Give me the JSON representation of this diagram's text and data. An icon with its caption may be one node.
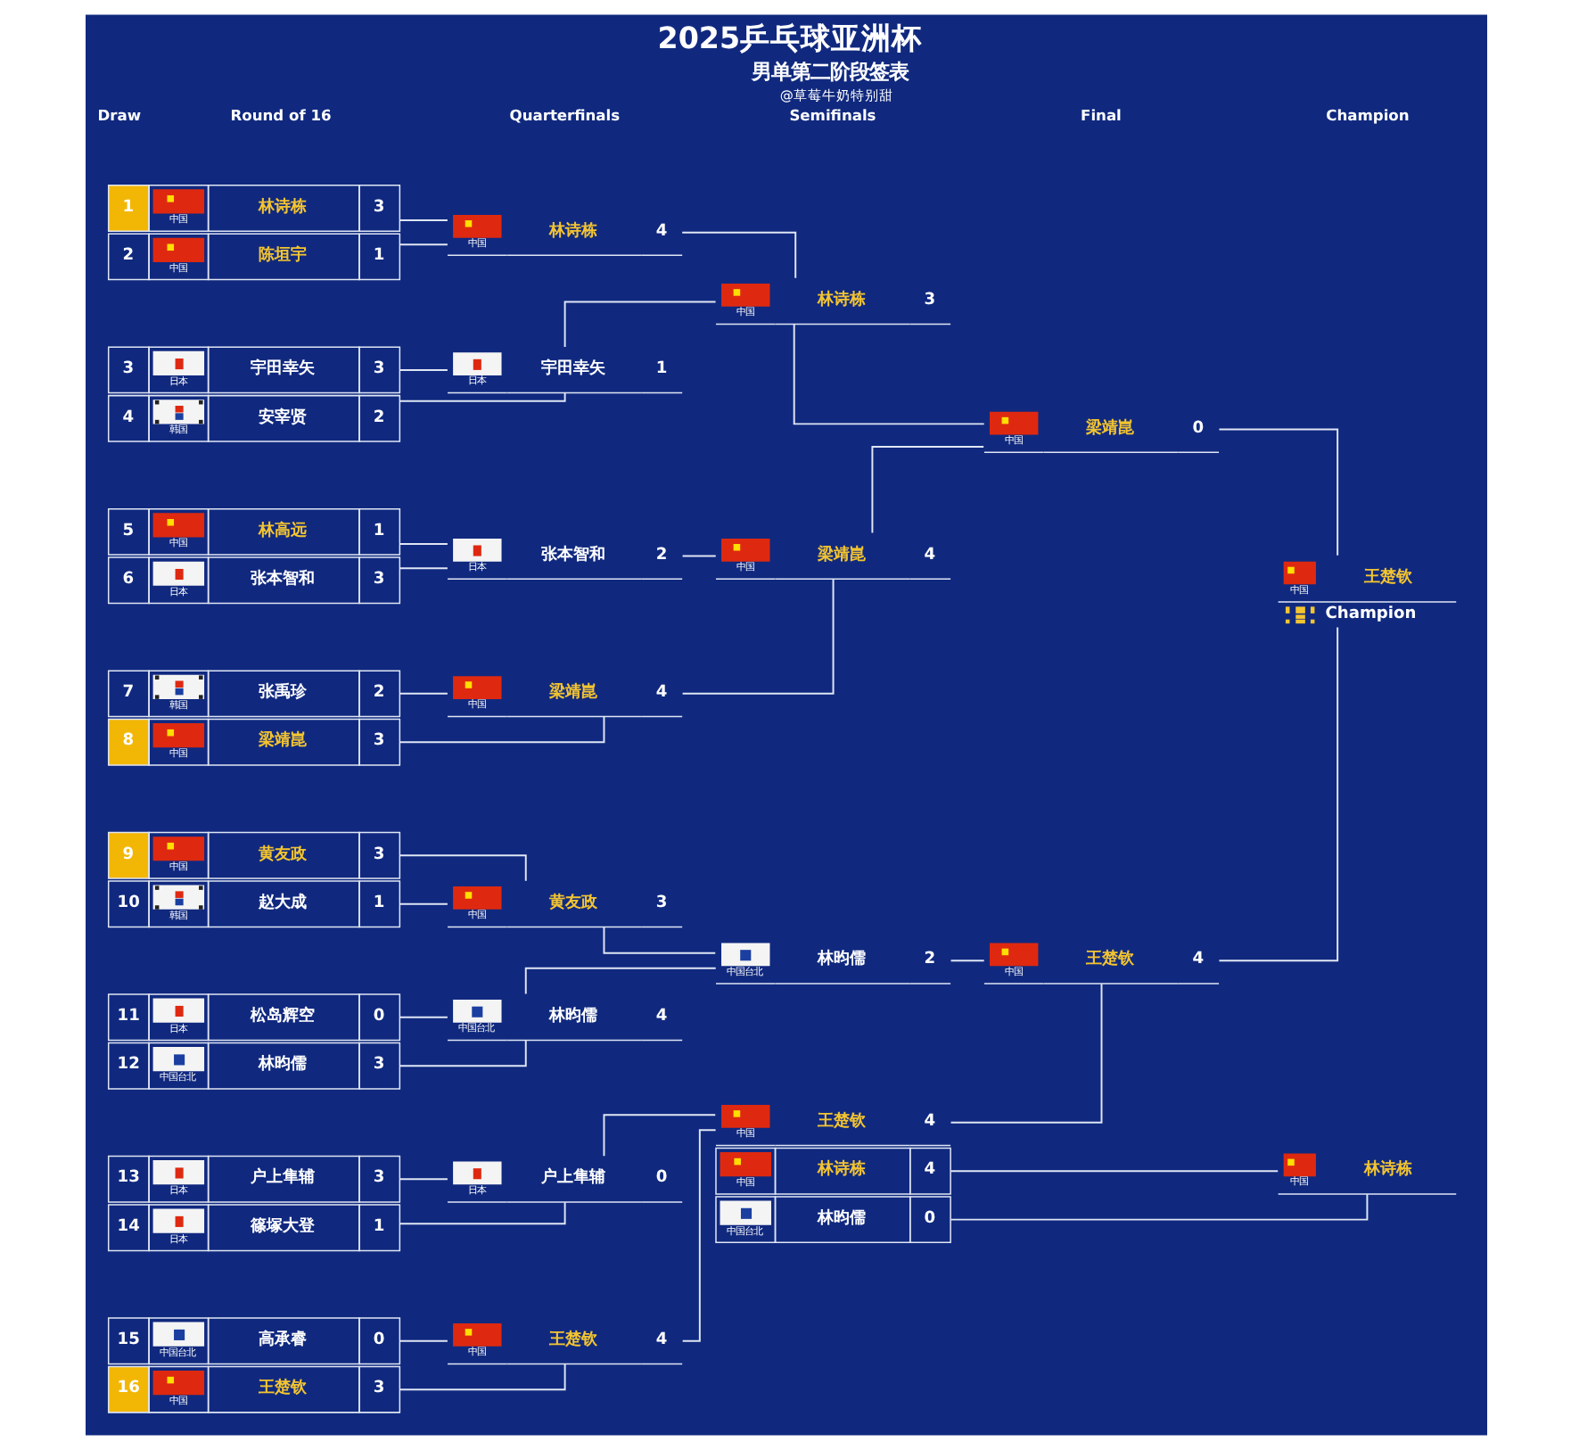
{
  "diagram": {
    "title": "2025乒乓球亚洲杯",
    "nodes": [
      {
        "text": [
          "1",
          "中国",
          "林诗栋",
          "3"
        ]
      },
      {
        "text": [
          "2",
          "中国",
          "陈垣宇",
          "1"
        ]
      },
      {
        "text": [
          "3",
          "日本",
          "宇田幸矢",
          "3"
        ]
      },
      {
        "text": [
          "4",
          "韩国",
          "安宰贤",
          "2"
        ]
      },
      {
        "text": [
          "5",
          "中国",
          "林高远",
          "1"
        ]
      },
      {
        "text": [
          "6",
          "日本",
          "张本智和",
          "3"
        ]
      },
      {
        "text": [
          "7",
          "韩国",
          "张禹珍",
          "2"
        ]
      },
      {
        "text": [
          "8",
          "中国",
          "梁靖崑",
          "3"
        ]
      },
      {
        "text": [
          "9",
          "中国",
          "黄友政",
          "3"
        ]
      },
      {
        "text": [
          "10",
          "韩国",
          "赵大成",
          "1"
        ]
      },
      {
        "text": [
          "11",
          "日本",
          "松岛辉空",
          "0"
        ]
      },
      {
        "text": [
          "12",
          "中国台北",
          "林昀儒",
          "3"
        ]
      },
      {
        "text": [
          "13",
          "日本",
          "户上隼辅",
          "3"
        ]
      },
      {
        "text": [
          "14",
          "日本",
          "篠塚大登",
          "1"
        ]
      },
      {
        "text": [
          "15",
          "中国台北",
          "高承睿",
          "0"
        ]
      },
      {
        "text": [
          "16",
          "中国",
          "王楚钦",
          "3"
        ]
      },
      {
        "text": [
          "中国",
          "林诗栋",
          "4"
        ]
      },
      {
        "text": [
          "日本",
          "宇田幸矢",
          "1"
        ]
      },
      {
        "text": [
          "日本",
          "张本智和",
          "2"
        ]
      },
      {
        "text": [
          "中国",
          "梁靖崑",
          "4"
        ]
      },
      {
        "text": [
          "中国",
          "黄友政",
          "3"
        ]
      },
      {
        "text": [
          "中国台北",
          "林昀儒",
          "4"
        ]
      },
      {
        "text": [
          "日本",
          "户上隼辅",
          "0"
        ]
      },
      {
        "text": [
          "中国",
          "王楚钦",
          "4"
        ]
      },
      {
        "text": [
          "中国",
          "林诗栋",
          "3"
        ]
      },
      {
        "text": [
          "中国",
          "梁靖崑",
          "4"
        ]
      },
      {
        "text": [
          "中国台北",
          "林昀儒",
          "2"
        ]
      },
      {
        "text": [
          "中国",
          "王楚钦",
          "4"
        ]
      },
      {
        "text": [
          "中国",
          "梁靖崑",
          "0"
        ]
      },
      {
        "text": [
          "中国",
          "王楚钦",
          "4"
        ]
      },
      {
        "text": [
          "中国",
          "王楚钦",
          "Champion"
        ]
      },
      {
        "text": [
          "中国",
          "林诗栋",
          "4"
        ]
      },
      {
        "text": [
          "中国台北",
          "林昀儒",
          "0"
        ]
      },
      {
        "text": [
          "中国",
          "林诗栋"
        ]
      }
    ],
    "edges": [
      {
        "from": 0,
        "to": 16,
        "arrow": "none"
      },
      {
        "from": 1,
        "to": 16,
        "arrow": "none"
      },
      {
        "from": 2,
        "to": 17,
        "arrow": "none"
      },
      {
        "from": 3,
        "to": 17,
        "arrow": "none"
      },
      {
        "from": 4,
        "to": 18,
        "arrow": "none"
      },
      {
        "from": 5,
        "to": 18,
        "arrow": "none"
      },
      {
        "from": 6,
        "to": 19,
        "arrow": "none"
      },
      {
        "from": 7,
        "to": 19,
        "arrow": "none"
      },
      {
        "from": 8,
        "to": 20,
        "arrow": "none"
      },
      {
        "from": 9,
        "to": 20,
        "arrow": "none"
      },
      {
        "from": 10,
        "to": 21,
        "arrow": "none"
      },
      {
        "from": 11,
        "to": 21,
        "arrow": "none"
      },
      {
        "from": 12,
        "to": 22,
        "arrow": "none"
      },
      {
        "from": 13,
        "to": 22,
        "arrow": "none"
      },
      {
        "from": 14,
        "to": 23,
        "arrow": "none"
      },
      {
        "from": 15,
        "to": 23,
        "arrow": "none"
      },
      {
        "from": 16,
        "to": 24,
        "arrow": "none"
      },
      {
        "from": 17,
        "to": 24,
        "arrow": "none"
      },
      {
        "from": 18,
        "to": 25,
        "arrow": "none"
      },
      {
        "from": 19,
        "to": 25,
        "arrow": "none"
      },
      {
        "from": 20,
        "to": 26,
        "arrow": "none"
      },
      {
        "from": 21,
        "to": 26,
        "arrow": "none"
      },
      {
        "from": 22,
        "to": 27,
        "arrow": "none"
      },
      {
        "from": 23,
        "to": 27,
        "arrow": "none"
      },
      {
        "from": 24,
        "to": 28,
        "arrow": "none"
      },
      {
        "from": 25,
        "to": 28,
        "arrow": "none"
      },
      {
        "from": 26,
        "to": 29,
        "arrow": "none"
      },
      {
        "from": 27,
        "to": 29,
        "arrow": "none"
      },
      {
        "from": 28,
        "to": 30,
        "arrow": "none"
      },
      {
        "from": 29,
        "to": 30,
        "arrow": "none"
      },
      {
        "from": 31,
        "to": 33,
        "arrow": "none"
      },
      {
        "from": 32,
        "to": 33,
        "arrow": "none"
      }
    ],
    "labels": [
      "男单第二阶段签表",
      "@草莓牛奶特别甜",
      "Draw",
      "Round of 16",
      "Quarterfinals",
      "Semifinals",
      "Final",
      "Champion"
    ]
  }
}
